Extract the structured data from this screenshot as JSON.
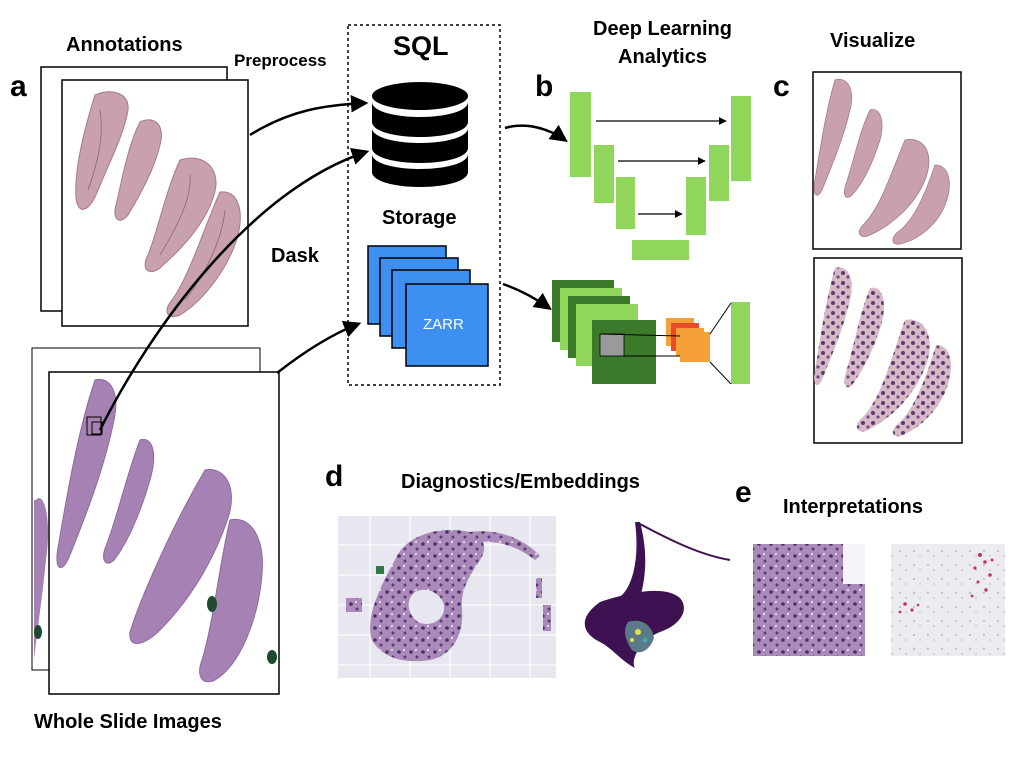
{
  "panels": {
    "a": "a",
    "b": "b",
    "c": "c",
    "d": "d",
    "e": "e"
  },
  "labels": {
    "annotations": "Annotations",
    "preprocess": "Preprocess",
    "sql": "SQL",
    "storage": "Storage",
    "dask": "Dask",
    "zarr": "ZARR",
    "deep_learning": "Deep Learning",
    "analytics": "Analytics",
    "visualize": "Visualize",
    "whole_slide_images": "Whole Slide Images",
    "diagnostics": "Diagnostics/Embeddings",
    "interpretations": "Interpretations"
  },
  "colors": {
    "unet_green": "#8fd65a",
    "cnn_dark_green": "#3a7a2a",
    "cnn_light_green": "#8fd65a",
    "zarr_blue": "#3d8ff0",
    "feature_orange": "#f5a038",
    "feature_red": "#e84a2a",
    "tissue_pink": "#c99aa8",
    "tissue_purple": "#a682b4"
  },
  "icons": [
    "database-icon",
    "zarr-stack-icon",
    "unet-icon",
    "cnn-icon"
  ]
}
